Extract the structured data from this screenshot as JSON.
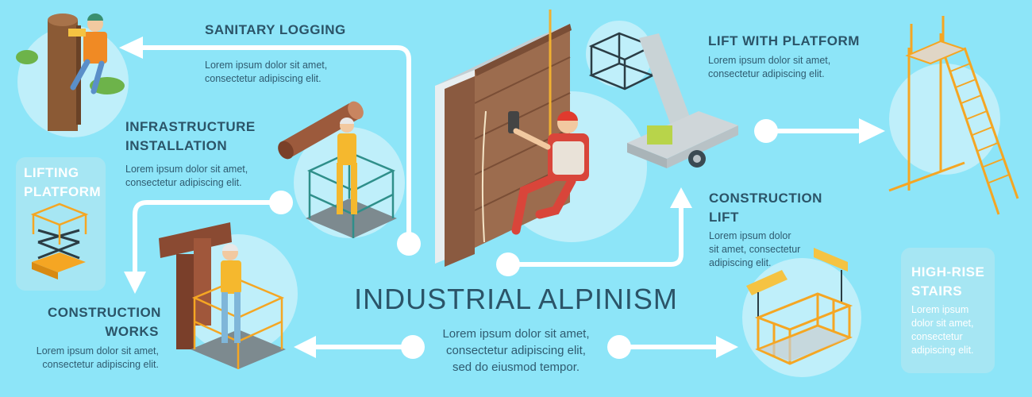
{
  "title": "INDUSTRIAL ALPINISM",
  "description": [
    "Lorem ipsum dolor sit amet,",
    "consectetur adipiscing elit,",
    "sed do eiusmod tempor."
  ],
  "sections": {
    "sanitary_logging": {
      "heading": "SANITARY LOGGING",
      "text": [
        "Lorem ipsum dolor sit amet,",
        "consectetur adipiscing elit."
      ]
    },
    "infrastructure_installation": {
      "heading": [
        "INFRASTRUCTURE",
        "INSTALLATION"
      ],
      "text": [
        "Lorem ipsum dolor sit amet,",
        "consectetur adipiscing elit."
      ]
    },
    "lifting_platform": {
      "heading": [
        "LIFTING",
        "PLATFORM"
      ]
    },
    "construction_works": {
      "heading": [
        "CONSTRUCTION",
        "WORKS"
      ],
      "text": [
        "Lorem ipsum dolor sit amet,",
        "consectetur adipiscing elit."
      ]
    },
    "lift_with_platform": {
      "heading": "LIFT WITH PLATFORM",
      "text": [
        "Lorem ipsum dolor sit amet,",
        "consectetur adipiscing elit."
      ]
    },
    "construction_lift": {
      "heading": [
        "CONSTRUCTION",
        "LIFT"
      ],
      "text": [
        "Lorem ipsum dolor",
        "sit amet, consectetur",
        "adipiscing elit."
      ]
    },
    "high_rise_stairs": {
      "heading": [
        "HIGH-RISE",
        "STAIRS"
      ],
      "text": [
        "Lorem ipsum",
        "dolor sit amet,",
        "consectetur",
        "adipiscing elit."
      ]
    }
  },
  "colors": {
    "background": "#8de5f8",
    "text": "#2b5468",
    "connector": "#ffffff",
    "wall_brick": "#9c6c4e",
    "scaffold_orange": "#f5a623",
    "cage_teal": "#2f8f8a"
  }
}
